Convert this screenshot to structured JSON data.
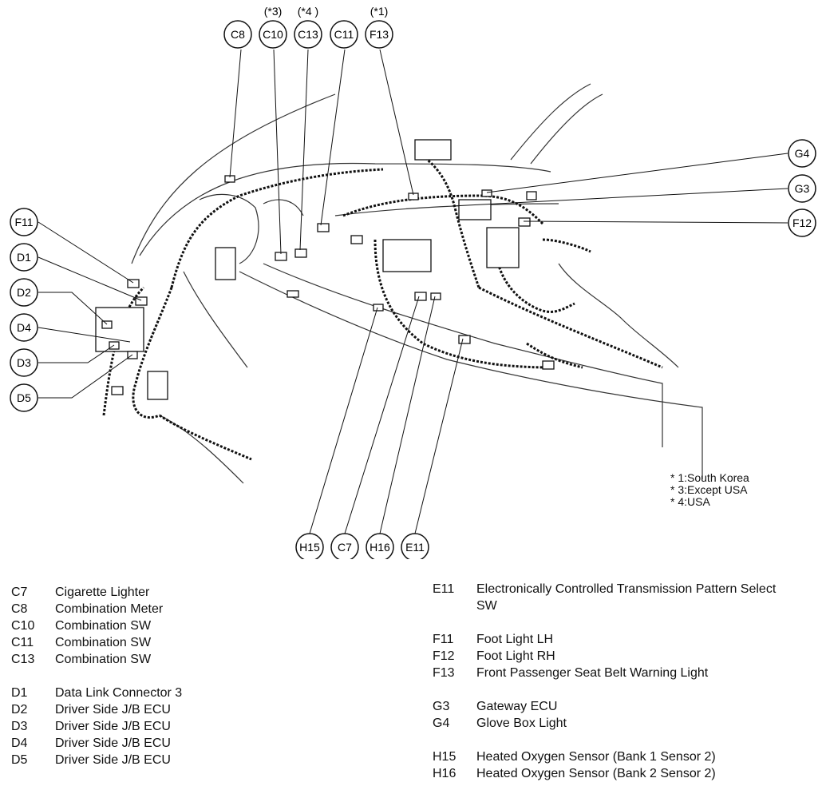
{
  "callouts_top": [
    {
      "code": "C8",
      "note": ""
    },
    {
      "code": "C10",
      "note": "(*3)"
    },
    {
      "code": "C13",
      "note": "(*4 )"
    },
    {
      "code": "C11",
      "note": ""
    },
    {
      "code": "F13",
      "note": "(*1)"
    }
  ],
  "callouts_left": [
    "F11",
    "D1",
    "D2",
    "D4",
    "D3",
    "D5"
  ],
  "callouts_right": [
    "G4",
    "G3",
    "F12"
  ],
  "callouts_bottom": [
    "H15",
    "C7",
    "H16",
    "E11"
  ],
  "notes": [
    "* 1:South Korea",
    "* 3:Except USA",
    "* 4:USA"
  ],
  "legend_left": [
    {
      "code": "C7",
      "desc": "Cigarette Lighter"
    },
    {
      "code": "C8",
      "desc": "Combination Meter"
    },
    {
      "code": "C10",
      "desc": "Combination SW"
    },
    {
      "code": "C11",
      "desc": "Combination SW"
    },
    {
      "code": "C13",
      "desc": "Combination SW"
    },
    {
      "code": "",
      "desc": ""
    },
    {
      "code": "D1",
      "desc": "Data Link Connector 3"
    },
    {
      "code": "D2",
      "desc": "Driver Side J/B ECU"
    },
    {
      "code": "D3",
      "desc": "Driver Side J/B ECU"
    },
    {
      "code": "D4",
      "desc": "Driver Side J/B ECU"
    },
    {
      "code": "D5",
      "desc": "Driver Side J/B ECU"
    }
  ],
  "legend_right": [
    {
      "code": "E11",
      "desc": "Electronically Controlled Transmission Pattern Select"
    },
    {
      "code": "",
      "desc": "SW"
    },
    {
      "code": "",
      "desc": ""
    },
    {
      "code": "F11",
      "desc": "Foot Light LH"
    },
    {
      "code": "F12",
      "desc": "Foot Light RH"
    },
    {
      "code": "F13",
      "desc": "Front Passenger Seat Belt Warning Light"
    },
    {
      "code": "",
      "desc": ""
    },
    {
      "code": "G3",
      "desc": "Gateway ECU"
    },
    {
      "code": "G4",
      "desc": "Glove Box Light"
    },
    {
      "code": "",
      "desc": ""
    },
    {
      "code": "H15",
      "desc": "Heated Oxygen Sensor (Bank 1 Sensor 2)"
    },
    {
      "code": "H16",
      "desc": "Heated Oxygen Sensor (Bank 2 Sensor 2)"
    }
  ]
}
